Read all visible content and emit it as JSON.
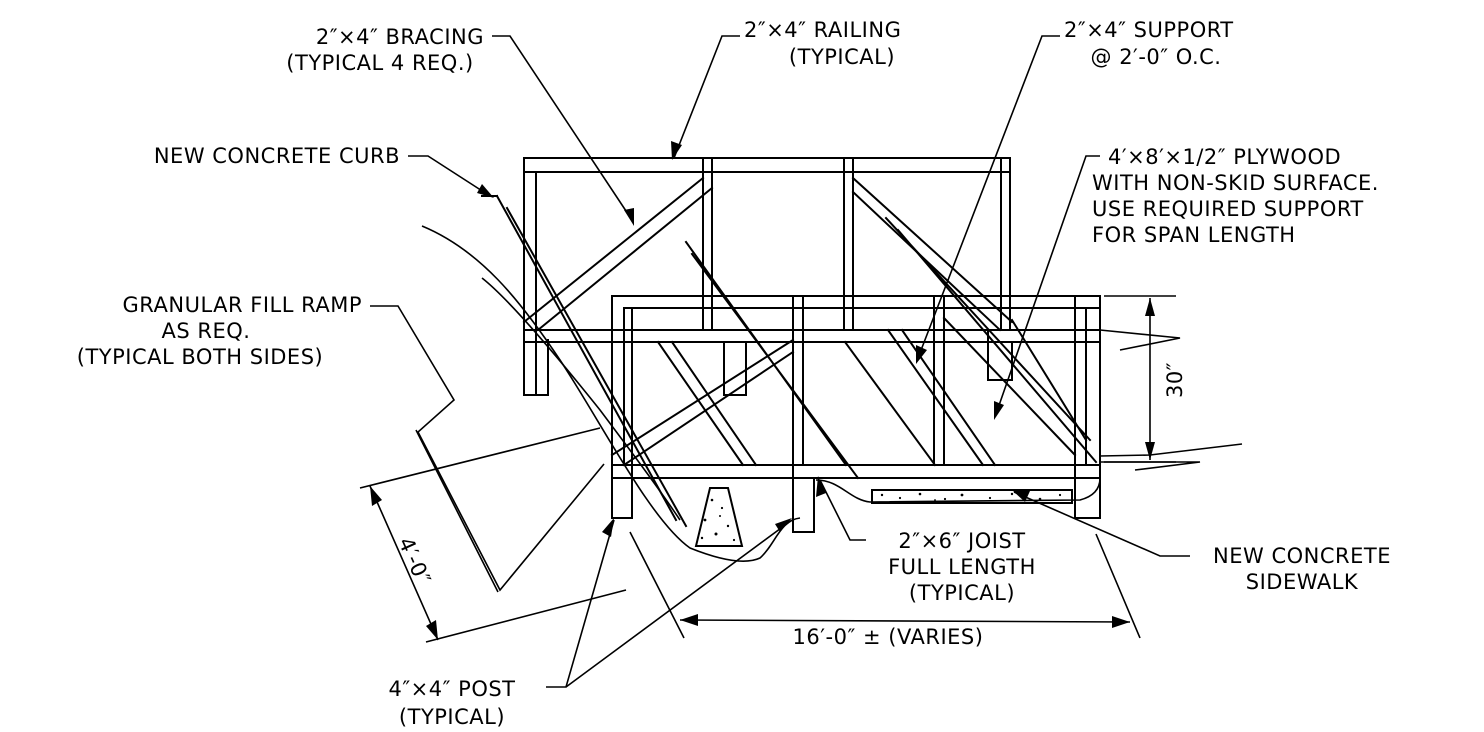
{
  "labels": {
    "bracing_line1": "2″×4″ BRACING",
    "bracing_line2": "(TYPICAL 4 REQ.)",
    "railing_line1": "2″×4″ RAILING",
    "railing_line2": "(TYPICAL)",
    "support_line1": "2″×4″ SUPPORT",
    "support_line2": "@ 2′-0″ O.C.",
    "curb": "NEW CONCRETE CURB",
    "plywood_line1": "4′×8′×1/2″ PLYWOOD",
    "plywood_line2": "WITH NON-SKID SURFACE.",
    "plywood_line3": "USE REQUIRED SUPPORT",
    "plywood_line4": "FOR SPAN LENGTH",
    "fill_line1": "GRANULAR FILL RAMP",
    "fill_line2": "AS REQ.",
    "fill_line3": "(TYPICAL BOTH SIDES)",
    "joist_line1": "2″×6″ JOIST",
    "joist_line2": "FULL LENGTH",
    "joist_line3": "(TYPICAL)",
    "sidewalk_line1": "NEW CONCRETE",
    "sidewalk_line2": "SIDEWALK",
    "post_line1": "4″×4″ POST",
    "post_line2": "(TYPICAL)"
  },
  "dimensions": {
    "height": "30″",
    "width": "4′-0″",
    "length": "16′-0″ ± (VARIES)"
  }
}
